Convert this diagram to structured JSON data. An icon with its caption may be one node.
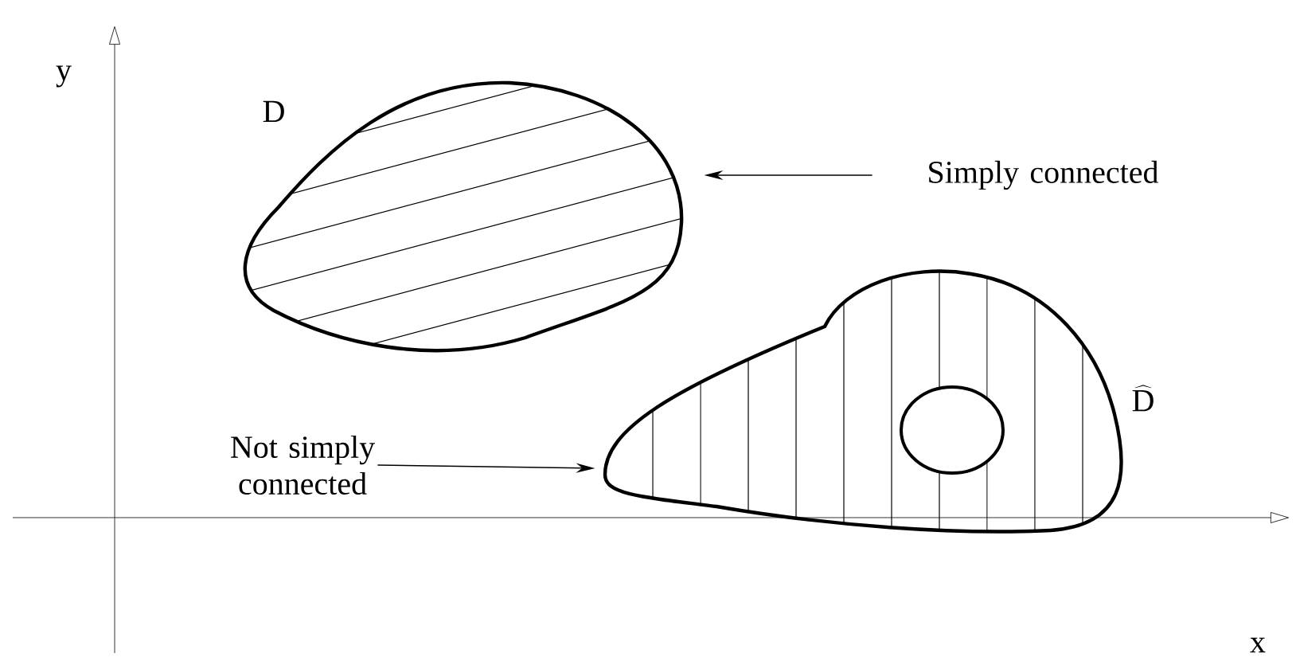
{
  "diagram": {
    "nodes": [
      {
        "text": [
          "Simply connected"
        ]
      },
      {
        "text": [
          "D"
        ]
      },
      {
        "text": [
          "Not simply connected"
        ]
      },
      {
        "text": [
          "\\widehat{\\mathrm{D}}"
        ]
      }
    ],
    "edges": [
      {
        "from": 0,
        "to": 1,
        "arrow": "to"
      },
      {
        "from": 2,
        "to": 3,
        "arrow": "to"
      }
    ],
    "labels": [
      "y",
      "x"
    ]
  }
}
